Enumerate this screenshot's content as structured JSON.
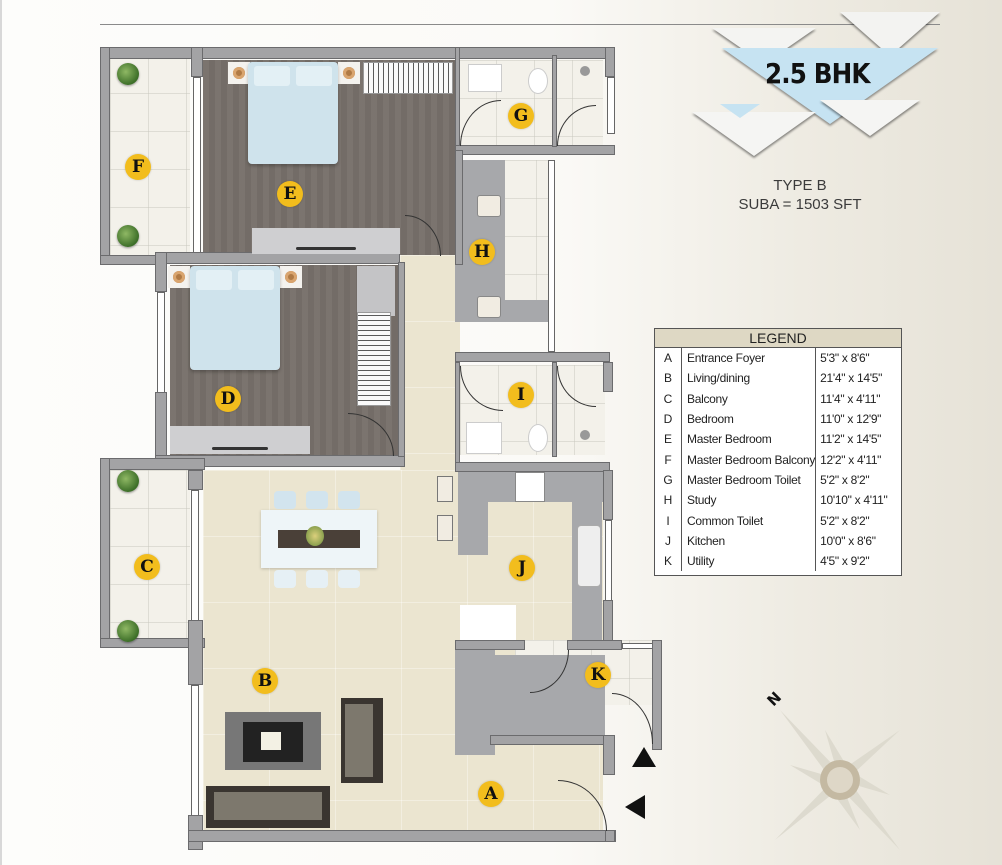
{
  "header": {
    "badge": "2.5 BHK",
    "type": "TYPE B",
    "area": "SUBA = 1503 SFT"
  },
  "legend": {
    "title": "LEGEND",
    "rows": [
      {
        "letter": "A",
        "name": "Entrance Foyer",
        "dims": "5'3\" x 8'6\""
      },
      {
        "letter": "B",
        "name": "Living/dining",
        "dims": "21'4\" x 14'5\""
      },
      {
        "letter": "C",
        "name": "Balcony",
        "dims": "11'4\" x 4'11\""
      },
      {
        "letter": "D",
        "name": "Bedroom",
        "dims": "11'0\" x 12'9\""
      },
      {
        "letter": "E",
        "name": "Master Bedroom",
        "dims": "11'2\" x 14'5\""
      },
      {
        "letter": "F",
        "name": "Master Bedroom Balcony",
        "dims": "12'2\" x 4'11\""
      },
      {
        "letter": "G",
        "name": "Master Bedroom Toilet",
        "dims": "5'2\" x 8'2\""
      },
      {
        "letter": "H",
        "name": "Study",
        "dims": "10'10\" x 4'11\""
      },
      {
        "letter": "I",
        "name": "Common Toilet",
        "dims": "5'2\" x 8'2\""
      },
      {
        "letter": "J",
        "name": "Kitchen",
        "dims": "10'0\" x 8'6\""
      },
      {
        "letter": "K",
        "name": "Utility",
        "dims": "4'5\" x 9'2\""
      }
    ]
  },
  "markers": {
    "A": "A",
    "B": "B",
    "C": "C",
    "D": "D",
    "E": "E",
    "F": "F",
    "G": "G",
    "H": "H",
    "I": "I",
    "J": "J",
    "K": "K"
  },
  "compass": {
    "north_label": "N"
  },
  "colors": {
    "marker": "#f2bd1d",
    "wall": "#a3a3a5",
    "badge_blue": "#c6e3f2",
    "legend_header": "#ded8c4"
  }
}
